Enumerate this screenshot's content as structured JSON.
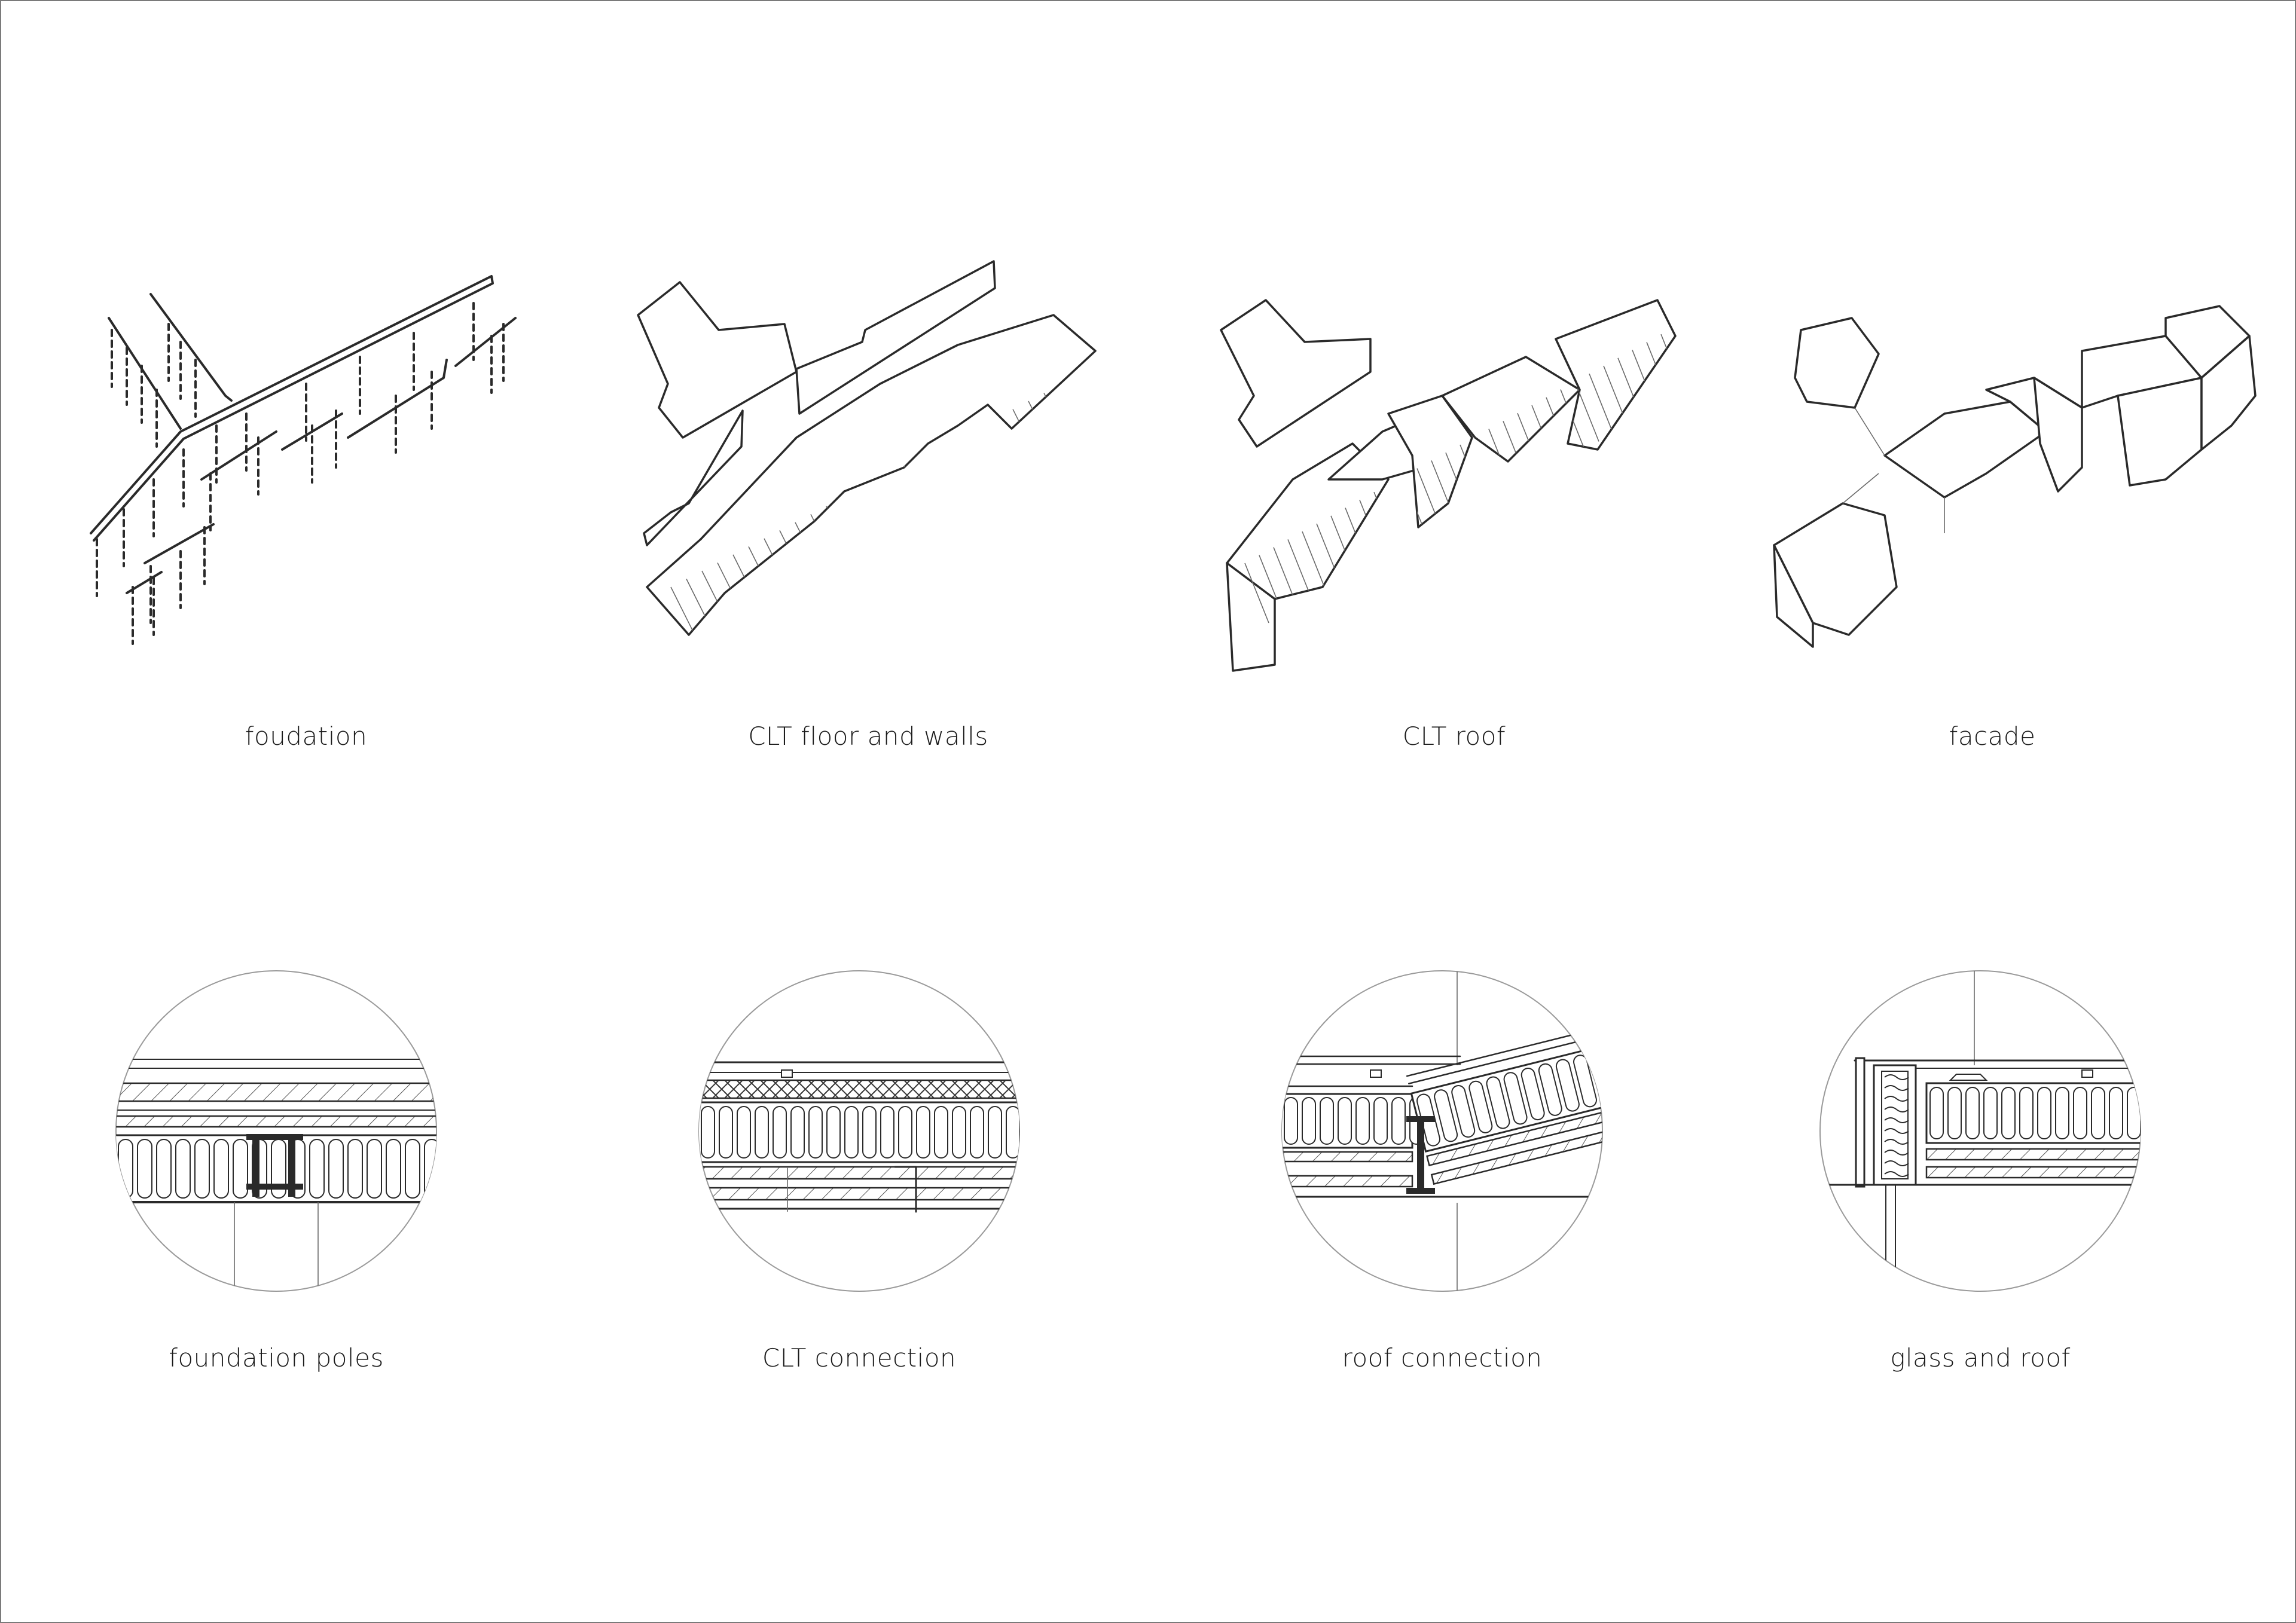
{
  "colors": {
    "line": "#2a2a2a",
    "hatch": "#6a6a6a",
    "background": "#ffffff",
    "frame": "#7a7a7a"
  },
  "diagrams": [
    {
      "id": "foundation",
      "caption": "foudation"
    },
    {
      "id": "clt-floor-walls",
      "caption": "CLT floor and walls"
    },
    {
      "id": "clt-roof",
      "caption": "CLT roof"
    },
    {
      "id": "facade",
      "caption": "facade"
    }
  ],
  "details": [
    {
      "id": "foundation-poles",
      "caption": "foundation poles"
    },
    {
      "id": "clt-connection",
      "caption": "CLT connection"
    },
    {
      "id": "roof-connection",
      "caption": "roof connection"
    },
    {
      "id": "glass-and-roof",
      "caption": "glass and roof"
    }
  ]
}
